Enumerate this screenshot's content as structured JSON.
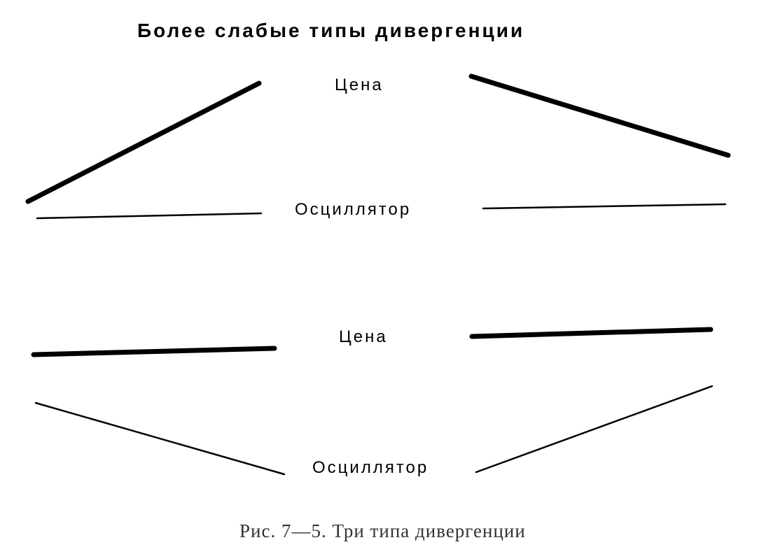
{
  "title": "Более слабые типы дивергенции",
  "top_diagram": {
    "price_label": "Цена",
    "oscillator_label": "Осциллятор"
  },
  "bottom_diagram": {
    "price_label": "Цена",
    "oscillator_label": "Осциллятор"
  },
  "caption": "Рис. 7—5. Три типа дивергенции",
  "colors": {
    "line": "#000000",
    "caption": "#333333"
  }
}
